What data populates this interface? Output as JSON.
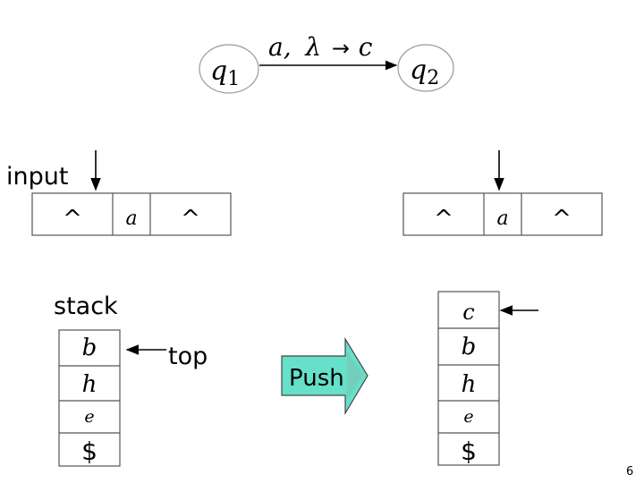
{
  "transition": {
    "from_state": {
      "name": "q",
      "sub": "1"
    },
    "to_state": {
      "name": "q",
      "sub": "2"
    },
    "label": {
      "read": "a,",
      "pop": "λ",
      "arrow": "→",
      "push": "c"
    }
  },
  "labels": {
    "input": "input",
    "stack": "stack",
    "top": "top",
    "push": "Push",
    "page_number": "6"
  },
  "input_tape_before": {
    "cells": [
      "^",
      "a",
      "^"
    ]
  },
  "input_tape_after": {
    "cells": [
      "^",
      "a",
      "^"
    ]
  },
  "stack_before": {
    "cells": [
      "b",
      "h",
      "e",
      "$"
    ]
  },
  "stack_after": {
    "cells": [
      "c",
      "b",
      "h",
      "e",
      "$"
    ]
  },
  "colors": {
    "push_arrow_fill": "#66e0c8",
    "ink": "#000000",
    "cell_border": "#555555"
  }
}
